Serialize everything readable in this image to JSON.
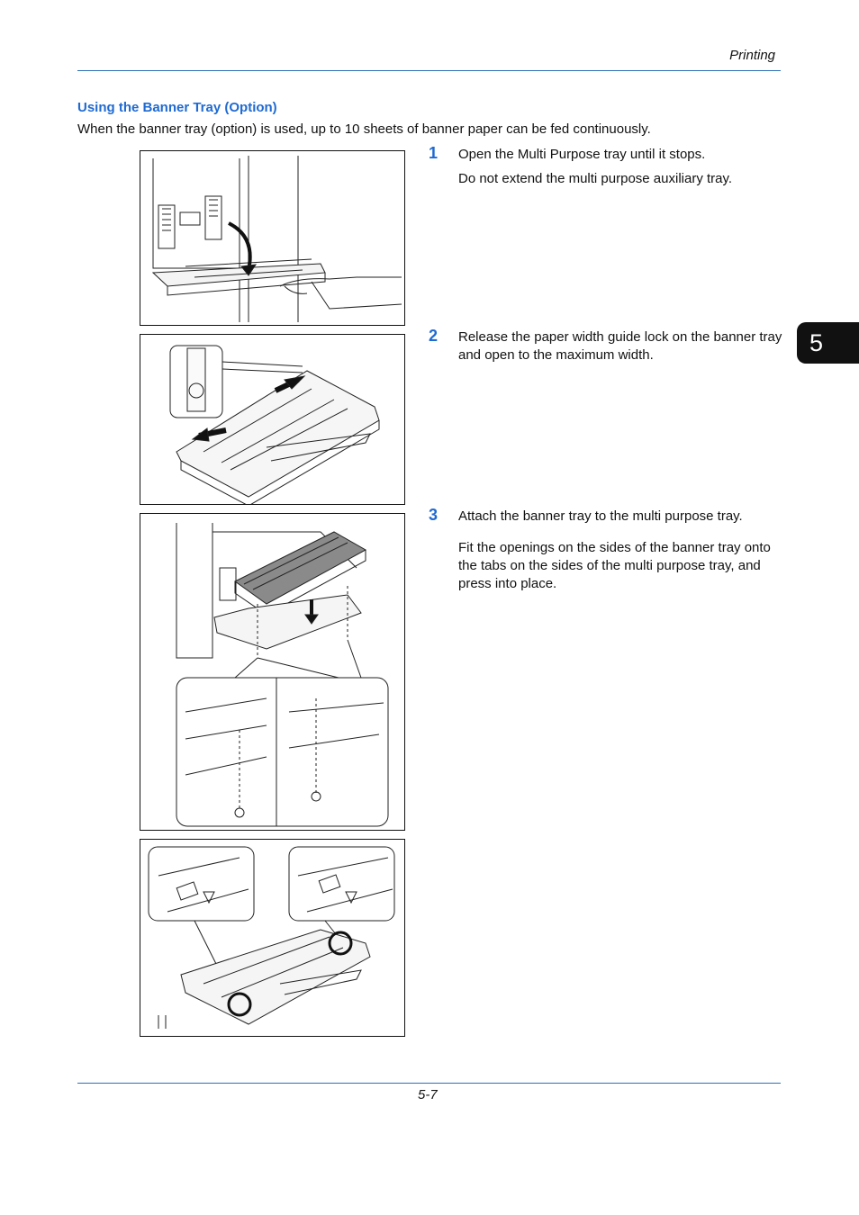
{
  "header": {
    "section_label": "Printing"
  },
  "section": {
    "title": "Using the Banner Tray (Option)",
    "intro": "When the banner tray (option) is used, up to 10 sheets of banner paper can be fed continuously."
  },
  "steps": [
    {
      "number": "1",
      "text": "Open the Multi Purpose tray until it stops.",
      "note": "Do not extend the multi purpose auxiliary tray."
    },
    {
      "number": "2",
      "text": "Release the paper width guide lock on the banner tray and open to the maximum width."
    },
    {
      "number": "3",
      "text": "Attach the banner tray to the multi purpose tray.",
      "note": "Fit the openings on the sides of the banner tray onto the tabs on the sides of the multi purpose tray, and press into place."
    }
  ],
  "chapter_tab": "5",
  "footer": {
    "page_number": "5-7"
  }
}
